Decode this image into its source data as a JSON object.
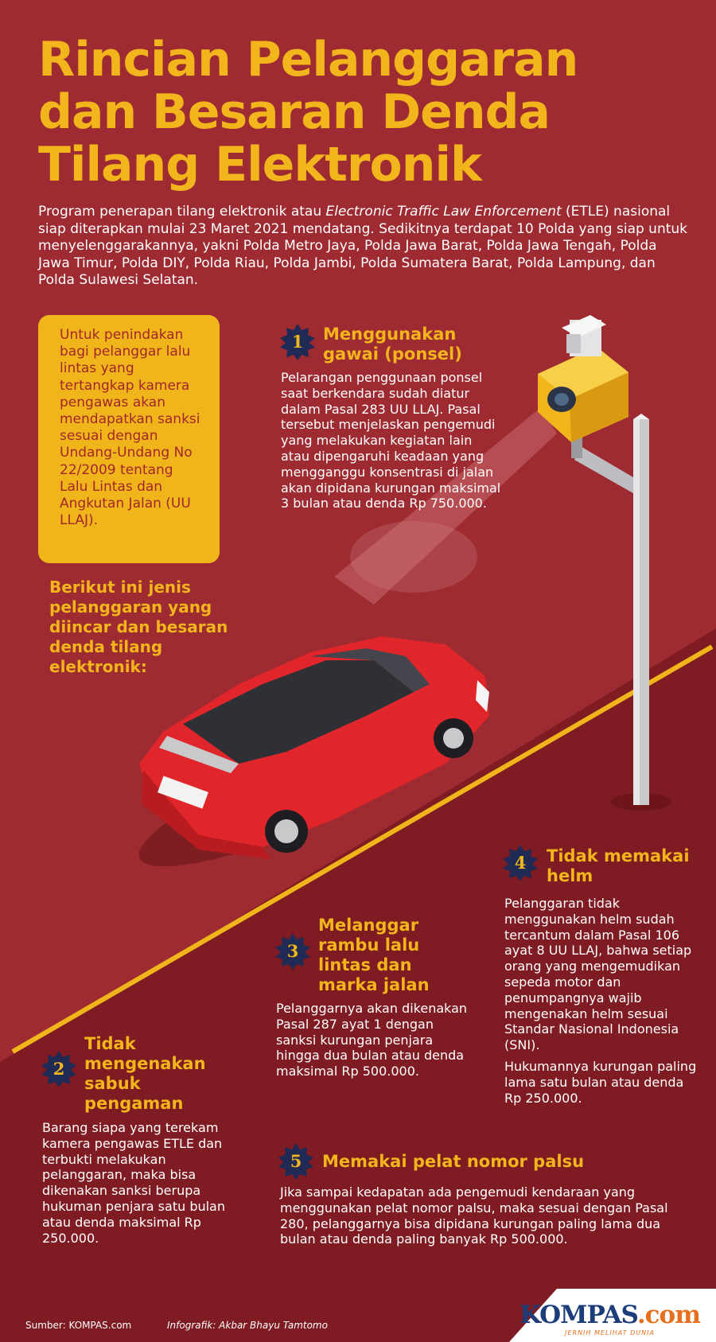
{
  "title": {
    "line1": "Rincian Pelanggaran",
    "line2": "dan Besaran Denda",
    "line3": "Tilang Elektronik"
  },
  "intro": {
    "before": "Program penerapan tilang elektronik atau ",
    "italic": "Electronic Traffic Law Enforcement",
    "after": " (ETLE) nasional siap diterapkan mulai 23 Maret 2021 mendatang. Sedikitnya terdapat 10 Polda yang siap untuk menyelenggarakannya, yakni Polda Metro Jaya, Polda Jawa Barat, Polda Jawa Tengah, Polda Jawa Timur, Polda DIY, Polda Riau, Polda Jambi, Polda Sumatera Barat, Polda Lampung, dan Polda Sulawesi Selatan."
  },
  "yellow_box": "Untuk penindakan bagi pelanggar lalu lintas yang tertangkap kamera pengawas akan mendapatkan sanksi sesuai dengan Undang-Undang No 22/2009 tentang Lalu Lintas dan Angkutan Jalan (UU LLAJ).",
  "lead_text": "Berikut ini jenis pelanggaran yang diincar dan besaran denda tilang elektronik:",
  "items": [
    {
      "number": "1",
      "title": "Menggunakan gawai (ponsel)",
      "text": "Pelarangan penggunaan ponsel saat berkendara sudah diatur dalam Pasal 283 UU LLAJ. Pasal tersebut menjelaskan pengemudi yang melakukan kegiatan lain atau dipengaruhi keadaan yang mengganggu konsentrasi di jalan akan dipidana kurungan maksimal 3 bulan atau denda Rp 750.000."
    },
    {
      "number": "2",
      "title": "Tidak mengenakan sabuk pengaman",
      "text": "Barang siapa yang terekam kamera pengawas ETLE dan terbukti melakukan pelanggaran, maka bisa dikenakan sanksi berupa hukuman penjara satu bulan atau denda maksimal Rp 250.000."
    },
    {
      "number": "3",
      "title": "Melanggar rambu lalu lintas dan marka jalan",
      "text": "Pelanggarnya akan dikenakan Pasal 287 ayat 1 dengan sanksi kurungan penjara hingga dua bulan atau denda maksimal Rp 500.000."
    },
    {
      "number": "4",
      "title": "Tidak memakai helm",
      "text": "Pelanggaran tidak menggunakan helm sudah tercantum dalam Pasal 106 ayat 8 UU LLAJ, bahwa setiap orang yang mengemudikan sepeda motor dan penumpangnya wajib mengenakan helm sesuai Standar Nasional Indonesia (SNI).",
      "text2": "Hukumannya kurungan paling lama satu bulan atau denda Rp 250.000."
    },
    {
      "number": "5",
      "title": "Memakai pelat nomor palsu",
      "text": "Jika sampai kedapatan ada pengemudi kendaraan yang menggunakan pelat nomor palsu, maka sesuai dengan Pasal 280, pelanggarnya bisa dipidana kurungan paling lama dua bulan atau denda paling banyak Rp 500.000."
    }
  ],
  "footer": {
    "source": "Sumber: KOMPAS.com",
    "credit": "Infografik: Akbar Bhayu Tamtomo"
  },
  "brand": {
    "logo": "KOMPAS",
    "logo_suffix": ".com",
    "tagline": "JERNIH MELIHAT DUNIA"
  },
  "colors": {
    "background": "#9d2b31",
    "road": "#7e1c22",
    "accent_yellow": "#f2b51c",
    "badge_navy": "#1f2a55",
    "car_red": "#e0262b"
  }
}
